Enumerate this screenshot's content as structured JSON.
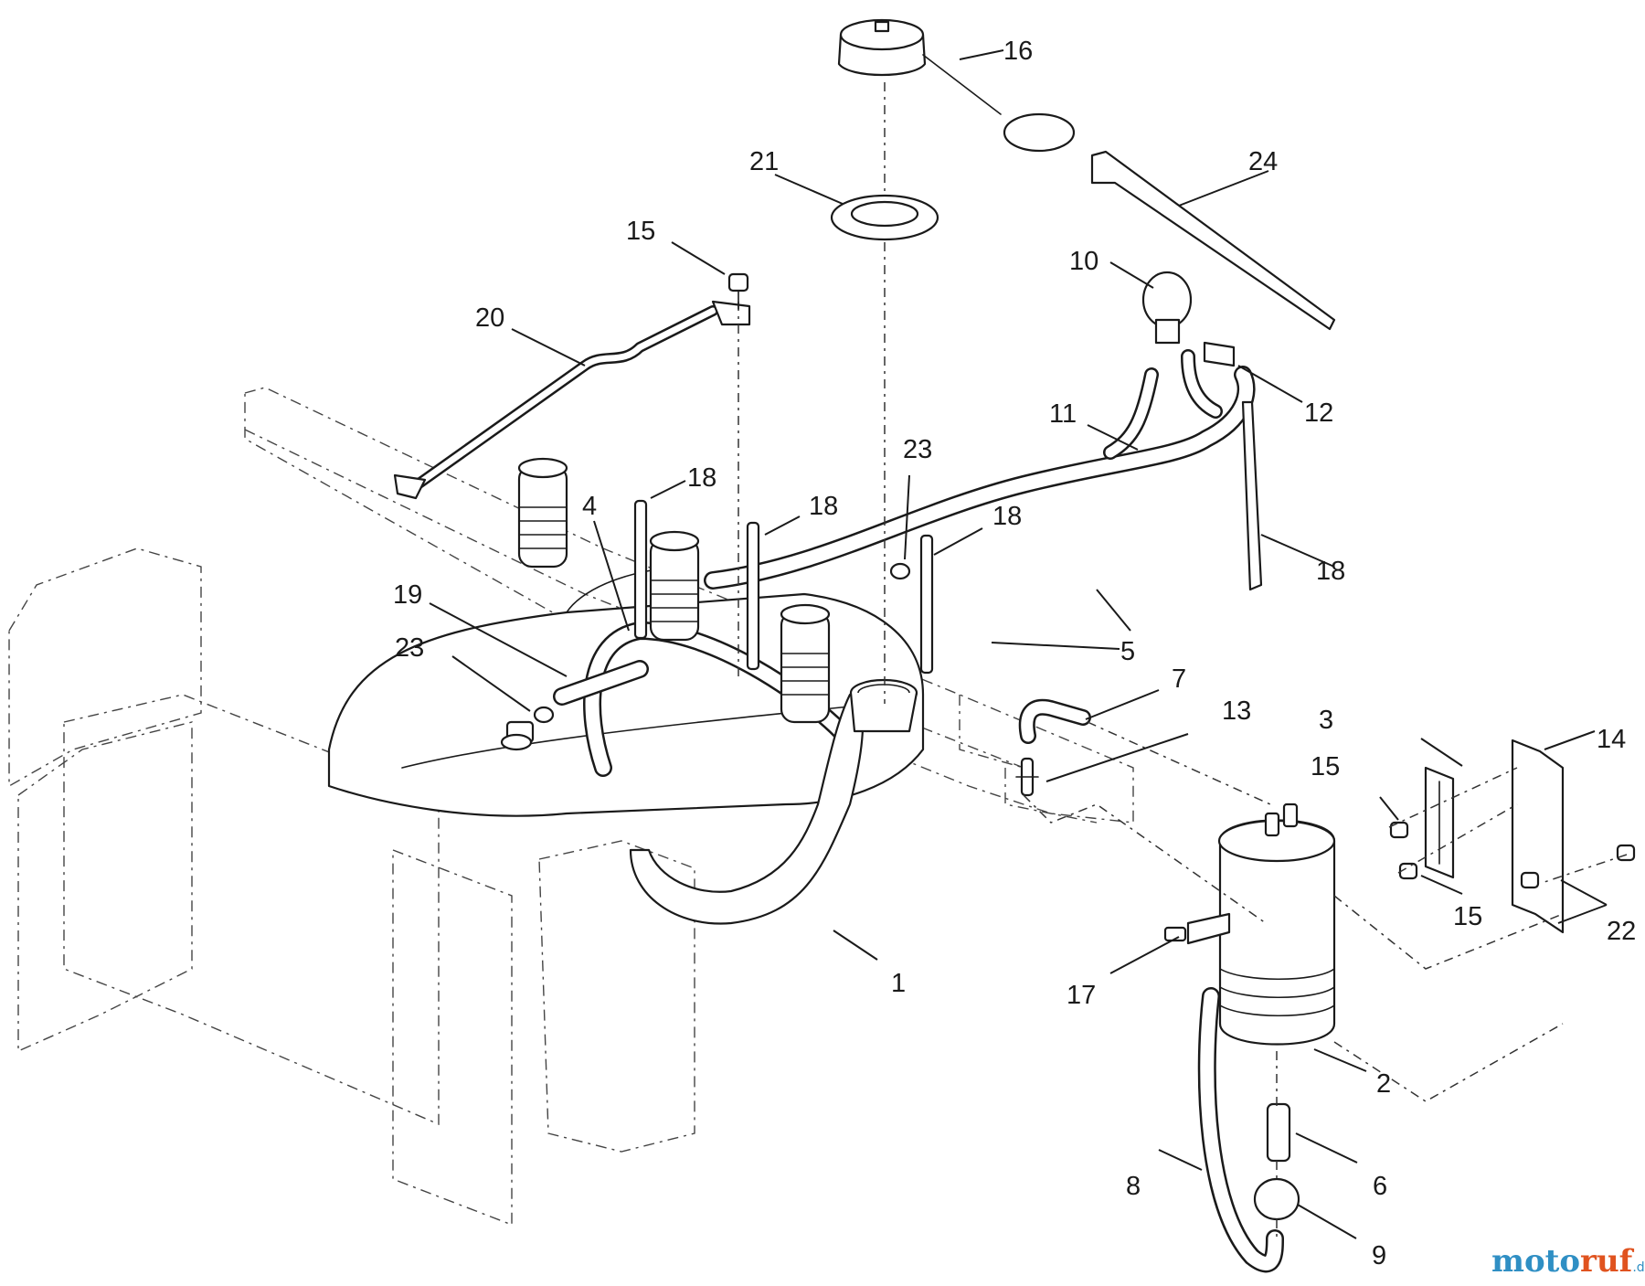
{
  "callouts": {
    "c1": "1",
    "c2": "2",
    "c3": "3",
    "c4": "4",
    "c5": "5",
    "c6": "6",
    "c7": "7",
    "c8": "8",
    "c9": "9",
    "c10": "10",
    "c11": "11",
    "c12": "12",
    "c13": "13",
    "c14": "14",
    "c15a": "15",
    "c15b": "15",
    "c15c": "15",
    "c16": "16",
    "c17": "17",
    "c18a": "18",
    "c18b": "18",
    "c18c": "18",
    "c18d": "18",
    "c19": "19",
    "c20": "20",
    "c21": "21",
    "c22": "22",
    "c23a": "23",
    "c23b": "23",
    "c24": "24"
  },
  "watermark": {
    "moto": "moto",
    "ruf": "ruf",
    "tld": ".de"
  },
  "colors": {
    "line": "#1a1a1a",
    "watermark_blue": "#2f8fc4",
    "watermark_orange": "#e0531f"
  }
}
